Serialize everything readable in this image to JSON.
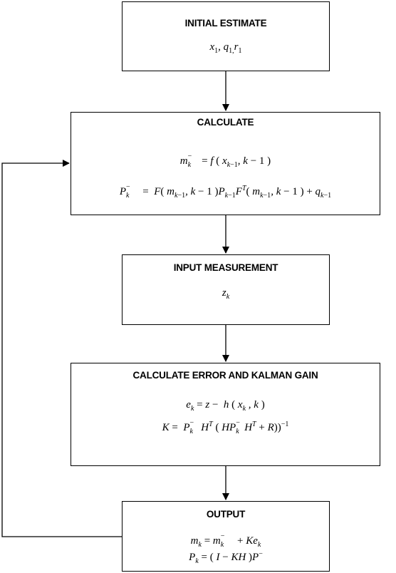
{
  "boxes": {
    "initial": {
      "title": "INITIAL ESTIMATE"
    },
    "calculate": {
      "title": "CALCULATE"
    },
    "input": {
      "title": "INPUT MEASUREMENT"
    },
    "error_gain": {
      "title": "CALCULATE ERROR AND KALMAN GAIN"
    },
    "output": {
      "title": "OUTPUT"
    }
  },
  "flow": [
    "initial",
    "calculate",
    "input",
    "error_gain",
    "output",
    "calculate"
  ]
}
